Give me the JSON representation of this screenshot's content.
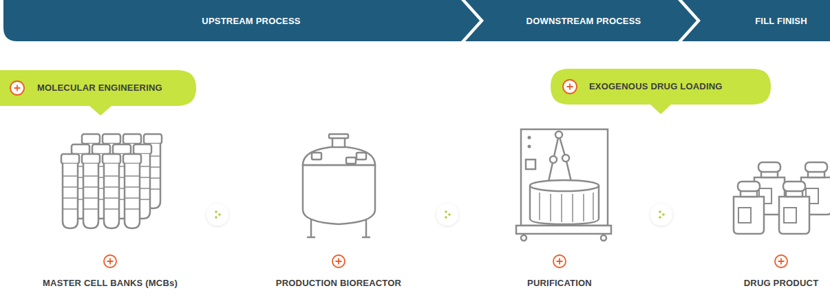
{
  "diagram": {
    "nodes": [
      {
        "text": [
          "UPSTREAM PROCESS"
        ]
      },
      {
        "text": [
          "DOWNSTREAM PROCESS"
        ]
      },
      {
        "text": [
          "FILL FINISH"
        ]
      },
      {
        "text": [
          "MOLECULAR ENGINEERING"
        ]
      },
      {
        "text": [
          "EXOGENOUS DRUG LOADING"
        ]
      },
      {
        "text": [
          "MASTER CELL BANKS (MCBs)"
        ]
      },
      {
        "text": [
          "PRODUCTION BIOREACTOR"
        ]
      },
      {
        "text": [
          "PURIFICATION"
        ]
      },
      {
        "text": [
          "DRUG PRODUCT"
        ]
      }
    ]
  }
}
